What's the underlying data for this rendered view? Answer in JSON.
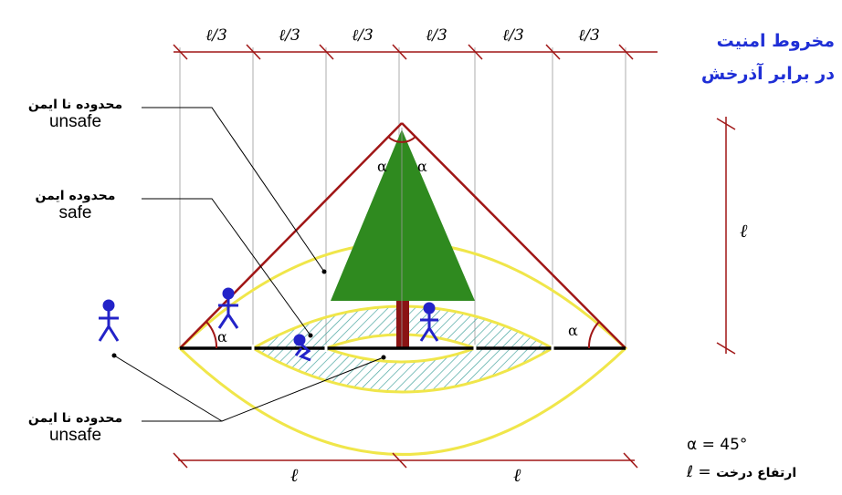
{
  "title": {
    "line1": "مخروط امنیت",
    "line2": "در برابر آذرخش"
  },
  "segment_label": "ℓ/3",
  "height_label": "ℓ",
  "base_label": "ℓ",
  "angle_label": "α",
  "zones": {
    "unsafe_top": {
      "fa": "محدوده نا ایمن",
      "en": "unsafe"
    },
    "safe": {
      "fa": "محدوده ایمن",
      "en": "safe"
    },
    "unsafe_bottom": {
      "fa": "محدوده نا ایمن",
      "en": "unsafe"
    }
  },
  "legend": {
    "alpha": "α = 45°",
    "ell_fa": "ارتفاع درخت",
    "ell_eq": "ℓ ="
  },
  "colors": {
    "cone": "#a01616",
    "tree": "#2f8a1f",
    "trunk": "#8a1414",
    "safe_zone": "#f0e64a",
    "hatch": "#4aa6a0",
    "person": "#2323c8",
    "title": "#1f2fd6"
  }
}
